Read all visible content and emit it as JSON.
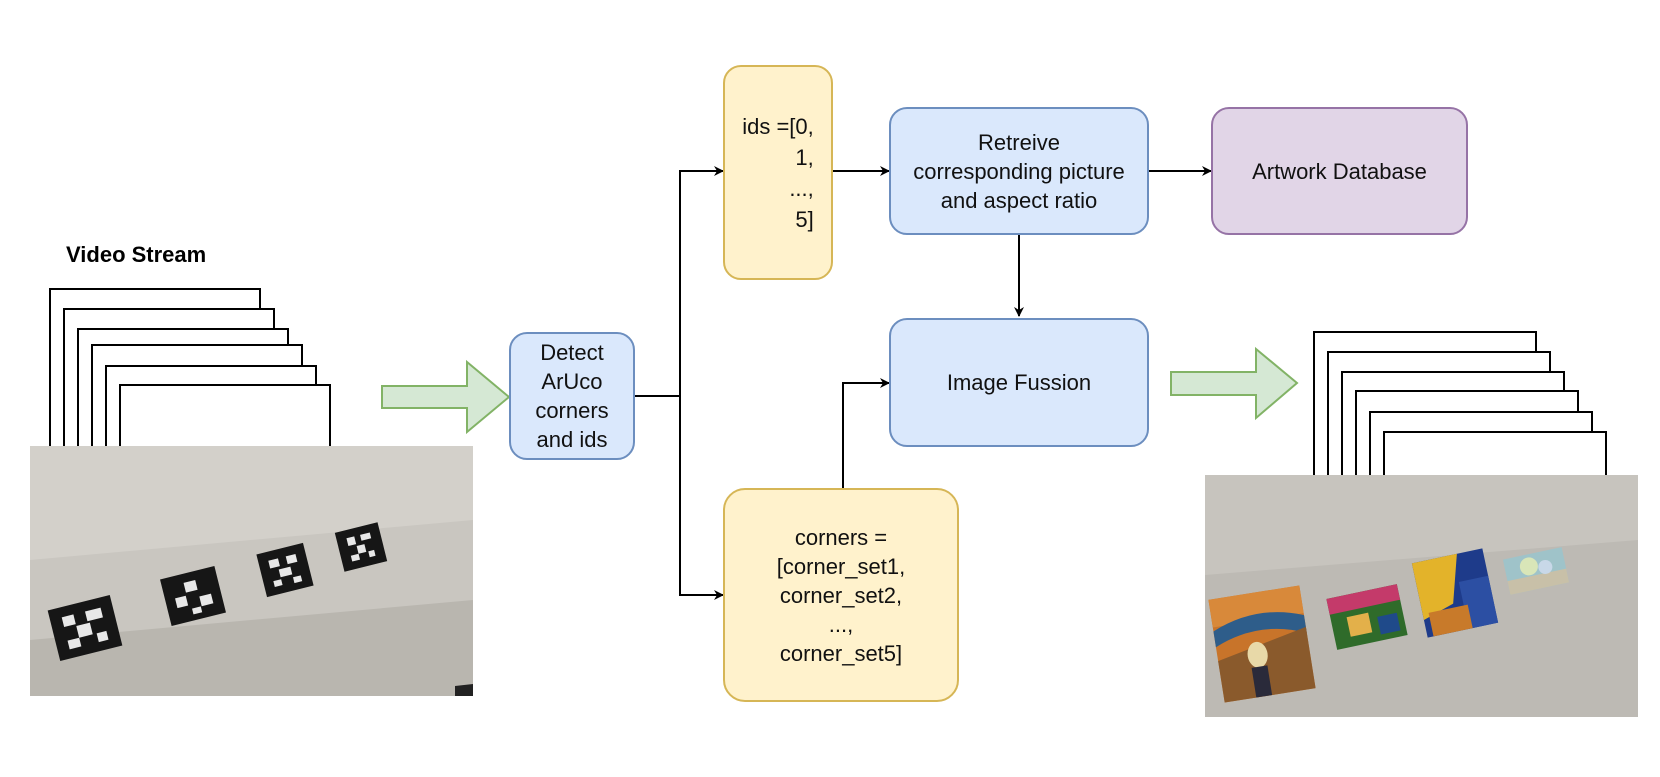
{
  "video_stream_label": "Video Stream",
  "nodes": {
    "detect": "Detect\nArUco\ncorners\nand ids",
    "ids": "ids =[0,\n1,\n...,\n5]",
    "corners": "corners =\n[corner_set1,\ncorner_set2,\n...,\ncorner_set5]",
    "retrieve": "Retreive\ncorresponding picture\nand aspect ratio",
    "artwork_db": "Artwork Database",
    "fusion": "Image Fussion"
  },
  "colors": {
    "process_fill": "#dae8fc",
    "process_stroke": "#6c8ebf",
    "data_fill": "#fff2cc",
    "data_stroke": "#d6b656",
    "db_fill": "#e1d5e7",
    "db_stroke": "#9673a6",
    "flow_arrow_fill": "#d5e8d4",
    "flow_arrow_stroke": "#82b366"
  }
}
